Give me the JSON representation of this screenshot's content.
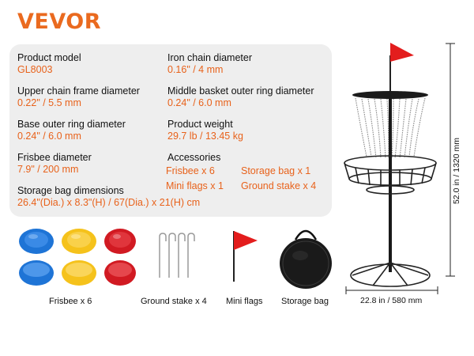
{
  "brand": {
    "logo_text": "VEVOR",
    "color": "#ea6a1f"
  },
  "specs": {
    "product_model": {
      "label": "Product model",
      "value": "GL8003"
    },
    "iron_chain_diameter": {
      "label": "Iron chain diameter",
      "value": "0.16\" / 4 mm"
    },
    "upper_chain_frame_diameter": {
      "label": "Upper chain frame diameter",
      "value": "0.22\" / 5.5 mm"
    },
    "middle_basket_outer_ring_diameter": {
      "label": "Middle basket outer ring diameter",
      "value": "0.24\" / 6.0 mm"
    },
    "base_outer_ring_diameter": {
      "label": "Base outer ring diameter",
      "value": "0.24\" / 6.0 mm"
    },
    "product_weight": {
      "label": "Product weight",
      "value": "29.7 lb / 13.45 kg"
    },
    "frisbee_diameter": {
      "label": "Frisbee diameter",
      "value": "7.9\" / 200 mm"
    },
    "storage_bag_dimensions": {
      "label": "Storage bag dimensions",
      "value": "26.4\"(Dia.) x 8.3\"(H) / 67(Dia.) x 21(H) cm"
    },
    "accessories": {
      "label": "Accessories",
      "items": [
        "Frisbee x 6",
        "Storage bag x 1",
        "Mini flags x 1",
        "Ground stake x 4"
      ]
    }
  },
  "captions": {
    "frisbee": "Frisbee x 6",
    "ground_stake": "Ground stake x 4",
    "mini_flags": "Mini flags",
    "storage_bag": "Storage bag"
  },
  "dimensions": {
    "height": "52.0 in / 1320 mm",
    "width": "22.8 in / 580 mm"
  },
  "colors": {
    "accent": "#e8621b",
    "flag_red": "#e31d1d",
    "frisbee_blue": "#1e74d6",
    "frisbee_yellow": "#f5c21b",
    "frisbee_red": "#d11a22",
    "metal": "#222222"
  }
}
